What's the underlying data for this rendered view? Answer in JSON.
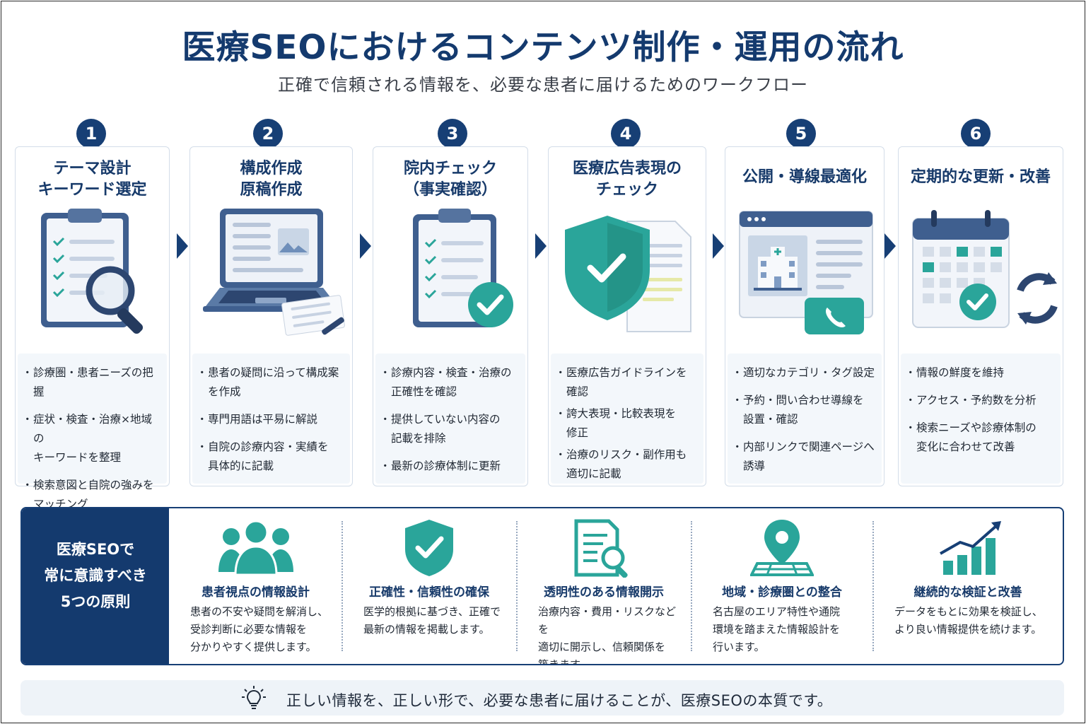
{
  "header": {
    "title": "医療SEOにおけるコンテンツ制作・運用の流れ",
    "subtitle": "正確で信頼される情報を、必要な患者に届けるためのワークフロー"
  },
  "colors": {
    "navy": "#173f75",
    "teal": "#2aa59a",
    "card_border": "#d3dde9",
    "bullet_bg": "#f3f7fb"
  },
  "steps": [
    {
      "number": "1",
      "title": [
        "テーマ設計",
        "キーワード選定"
      ],
      "icon": "clipboard-magnifier-icon",
      "bullets": [
        [
          "診療圏・患者ニーズの把握"
        ],
        [
          "症状・検査・治療×地域の",
          "キーワードを整理"
        ],
        [
          "検索意図と自院の強みを",
          "マッチング"
        ]
      ]
    },
    {
      "number": "2",
      "title": [
        "構成作成",
        "原稿作成"
      ],
      "icon": "laptop-icon",
      "bullets": [
        [
          "患者の疑問に沿って構成案",
          "を作成"
        ],
        [
          "専門用語は平易に解説"
        ],
        [
          "自院の診療内容・実績を",
          "具体的に記載"
        ]
      ]
    },
    {
      "number": "3",
      "title": [
        "院内チェック",
        "（事実確認）"
      ],
      "icon": "clipboard-check-icon",
      "bullets": [
        [
          "診療内容・検査・治療の",
          "正確性を確認"
        ],
        [
          "提供していない内容の",
          "記載を排除"
        ],
        [
          "最新の診療体制に更新"
        ]
      ]
    },
    {
      "number": "4",
      "title": [
        "医療広告表現の",
        "チェック"
      ],
      "icon": "shield-document-icon",
      "bullets": [
        [
          "医療広告ガイドラインを",
          "確認"
        ],
        [
          "誇大表現・比較表現を",
          "修正"
        ],
        [
          "治療のリスク・副作用も",
          "適切に記載"
        ]
      ]
    },
    {
      "number": "5",
      "title": [
        "公開・導線最適化"
      ],
      "icon": "website-phone-icon",
      "bullets": [
        [
          "適切なカテゴリ・タグ設定"
        ],
        [
          "予約・問い合わせ導線を",
          "設置・確認"
        ],
        [
          "内部リンクで関連ページへ",
          "誘導"
        ]
      ]
    },
    {
      "number": "6",
      "title": [
        "定期的な更新・改善"
      ],
      "icon": "calendar-refresh-icon",
      "bullets": [
        [
          "情報の鮮度を維持"
        ],
        [
          "アクセス・予約数を分析"
        ],
        [
          "検索ニーズや診療体制の",
          "変化に合わせて改善"
        ]
      ]
    }
  ],
  "principles": {
    "heading": [
      "医療SEOで",
      "常に意識すべき",
      "5つの原則"
    ],
    "items": [
      {
        "icon": "people-icon",
        "title": "患者視点の情報設計",
        "desc": [
          "患者の不安や疑問を解消し、",
          "受診判断に必要な情報を",
          "分かりやすく提供します。"
        ]
      },
      {
        "icon": "shield-check-icon",
        "title": "正確性・信頼性の確保",
        "desc": [
          "医学的根拠に基づき、正確で",
          "最新の情報を掲載します。"
        ]
      },
      {
        "icon": "document-search-icon",
        "title": "透明性のある情報開示",
        "desc": [
          "治療内容・費用・リスクなどを",
          "適切に開示し、信頼関係を",
          "築きます。"
        ]
      },
      {
        "icon": "map-pin-icon",
        "title": "地域・診療圏との整合",
        "desc": [
          "名古屋のエリア特性や通院",
          "環境を踏まえた情報設計を",
          "行います。"
        ]
      },
      {
        "icon": "growth-chart-icon",
        "title": "継続的な検証と改善",
        "desc": [
          "データをもとに効果を検証し、",
          "より良い情報提供を続けます。"
        ]
      }
    ]
  },
  "footer": {
    "icon": "lightbulb-icon",
    "text": "正しい情報を、正しい形で、必要な患者に届けることが、医療SEOの本質です。"
  }
}
